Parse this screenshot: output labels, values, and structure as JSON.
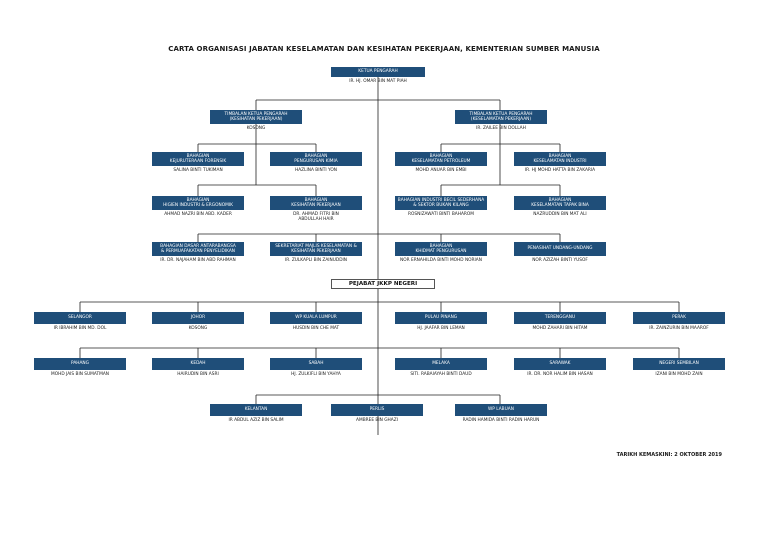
{
  "title": "CARTA ORGANISASI JABATAN KESELAMATAN DAN KESIHATAN PEKERJAAN, KEMENTERIAN SUMBER MANUSIA",
  "header_color": "#1f4e79",
  "line_color": "#222222",
  "director": {
    "role": "KETUA PENGARAH",
    "name": "IR. HJ. OMAR BIN MAT PIAH"
  },
  "deputies": [
    {
      "role": "TIMBALAN KETUA PENGARAH\n(KESIHATAN PEKERJAAN)",
      "name": "KOSONG"
    },
    {
      "role": "TIMBALAN KETUA PENGARAH\n(KESELAMATAN PEKERJAAN)",
      "name": "IR. ZAILEE BIN DOLLAH"
    }
  ],
  "left_divisions": [
    {
      "role": "BAHAGIAN\nKEJURUTERAAN FORENSIK",
      "name": "SALINA BINTI TUKIMAN"
    },
    {
      "role": "BAHAGIAN\nPENGURUSAN KIMIA",
      "name": "HAZLINA BINTI YON"
    },
    {
      "role": "BAHAGIAN\nHIGIEN INDUSTRI & ERGONOMIK",
      "name": "AHMAD NAZRI BIN ABD. KADER"
    },
    {
      "role": "BAHAGIAN\nKESIHATAN PEKERJAAN",
      "name": "DR. AHMAD FITRI BIN\nABDULLAH HAIR"
    }
  ],
  "right_divisions": [
    {
      "role": "BAHAGIAN\nKESELAMATAN PETROLEUM",
      "name": "MOHD ANUAR BIN EMBI"
    },
    {
      "role": "BAHAGIAN\nKESELAMATAN INDUSTRI",
      "name": "IR. HJ MOHD HATTA BIN ZAKARIA"
    },
    {
      "role": "BAHAGIAN INDUSTRI BECIL SEDERHANA\n& SEKTOR BUKAN KILANG",
      "name": "ROSNIZAWATI BINTI BAHAROM"
    },
    {
      "role": "BAHAGIAN\nKESELAMATAN TAPAK BINA",
      "name": "NAZRUDDIN BIN MAT ALI"
    }
  ],
  "central_units": [
    {
      "role": "BAHAGIAN DASAR ANTARABANGSA\n& PERMUAFAKATAN PENYELIDIKAN",
      "name": "IR. DR. NAJAHAM BIN ABD RAHMAN"
    },
    {
      "role": "SEKRETARIAT MAJLIS KESELAMATAN &\nKESIHATAN PEKERJAAN",
      "name": "IR. ZULKAPLI BIN ZAINUDDIN"
    },
    {
      "role": "BAHAGIAN\nKHIDMAT PENGURUSAN",
      "name": "NOR ERNAHILDA BINTI MOHD NORIAN"
    },
    {
      "role": "PENASIHAT UNDANG-UNDANG",
      "name": "NOR AZIZAH BINTI YUSOF"
    }
  ],
  "state_section_label": "PEJABAT JKKP NEGERI",
  "states_row1": [
    {
      "role": "SELANGOR",
      "name": "IR IBRAHIM BIN MD. DOL"
    },
    {
      "role": "JOHOR",
      "name": "KOSONG"
    },
    {
      "role": "WP KUALA LUMPUR",
      "name": "HUSDIN BIN CHE MAT"
    },
    {
      "role": "PULAU PINANG",
      "name": "HJ. JAAFAR BIN LEMAN"
    },
    {
      "role": "TERENGGANU",
      "name": "MOHD ZAHARI BIN HITAM"
    },
    {
      "role": "PERAK",
      "name": "IR. ZAINZURIN BIN MAAROF"
    }
  ],
  "states_row2": [
    {
      "role": "PAHANG",
      "name": "MOHD JAIS BIN SUMATMAN"
    },
    {
      "role": "KEDAH",
      "name": "HAIRUDIN BIN ASRI"
    },
    {
      "role": "SABAH",
      "name": "HJ. ZULKIFLI BIN YAHYA"
    },
    {
      "role": "MELAKA",
      "name": "SITI. RABAIAYAH BINTI DAUD"
    },
    {
      "role": "SARAWAK",
      "name": "IR. DR. NOR HALIM BIN HASAN"
    },
    {
      "role": "NEGERI SEMBILAN",
      "name": "IZANI BIN MOHD ZAIN"
    }
  ],
  "states_row3": [
    {
      "role": "KELANTAN",
      "name": "IR ABDUL AZIZ BIN SALIM"
    },
    {
      "role": "PERLIS",
      "name": "AMBREE BIN GHAZI"
    },
    {
      "role": "WP LABUAN",
      "name": "RADIN HAMIDA BINTI RADIN HARUN"
    }
  ],
  "updated": "TARIKH KEMASKINI: 2 OKTOBER 2019"
}
